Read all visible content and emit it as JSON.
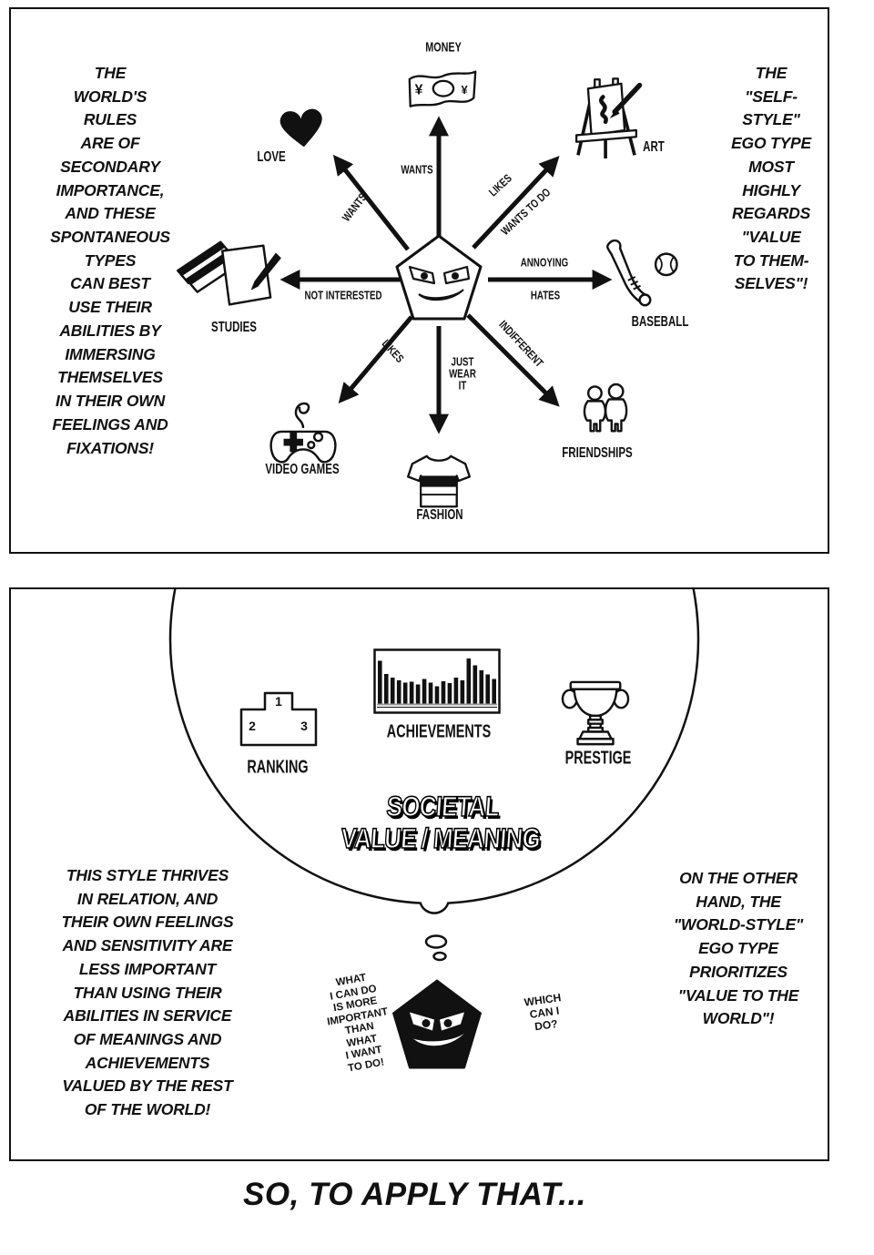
{
  "caption": "SO, TO APPLY THAT...",
  "top_panel": {
    "left_text": "THE\nWORLD'S\nRULES\nARE OF\nSECONDARY\nIMPORTANCE,\nAND THESE\nSPONTANEOUS\nTYPES\nCAN BEST\nUSE THEIR\nABILITIES BY\nIMMERSING\nTHEMSELVES\nIN THEIR OWN\nFEELINGS AND\nFIXATIONS!",
    "right_text": "THE\n\"SELF-\nSTYLE\"\nEGO TYPE\nMOST\nHIGHLY\nREGARDS\n\"VALUE\nTO THEM-\nSELVES\"!",
    "items": {
      "money": "MONEY",
      "love": "LOVE",
      "art": "ART",
      "studies": "STUDIES",
      "baseball": "BASEBALL",
      "video_games": "VIDEO GAMES",
      "fashion": "FASHION",
      "friendships": "FRIENDSHIPS"
    },
    "arrow_labels": {
      "up": "WANTS",
      "upper_left": "WANTS",
      "upper_right_1": "LIKES",
      "upper_right_2": "WANTS TO DO",
      "left": "NOT INTERESTED",
      "right_1": "ANNOYING",
      "right_2": "HATES",
      "lower_left": "LIKES",
      "down": "JUST\nWEAR\nIT",
      "lower_right": "INDIFFERENT"
    },
    "money_symbols": {
      "left": "¥",
      "right": "¥"
    }
  },
  "bottom_panel": {
    "bubble": {
      "ranking_label": "RANKING",
      "achievements_label": "ACHIEVEMENTS",
      "prestige_label": "PRESTIGE",
      "podium_numbers": {
        "first": "1",
        "second": "2",
        "third": "3"
      },
      "achievement_bars": [
        0.95,
        0.66,
        0.58,
        0.52,
        0.47,
        0.49,
        0.43,
        0.55,
        0.47,
        0.39,
        0.5,
        0.46,
        0.58,
        0.52,
        1.0,
        0.85,
        0.74,
        0.65,
        0.55
      ],
      "title": "SOCIETAL\nVALUE / MEANING"
    },
    "left_text": "THIS STYLE THRIVES\nIN RELATION, AND\nTHEIR OWN FEELINGS\nAND SENSITIVITY ARE\nLESS IMPORTANT\nTHAN USING THEIR\nABILITIES IN SERVICE\nOF MEANINGS AND\nACHIEVEMENTS\nVALUED BY THE REST\nOF THE WORLD!",
    "right_text": "ON THE OTHER\nHAND, THE\n\"WORLD-STYLE\"\nEGO TYPE\nPRIORITIZES\n\"VALUE TO THE\nWORLD\"!",
    "thought_left": "WHAT\nI CAN DO\nIS MORE\nIMPORTANT\nTHAN\nWHAT\nI WANT\nTO DO!",
    "thought_right": "WHICH\nCAN I\nDO?"
  },
  "colors": {
    "ink": "#111111",
    "paper": "#ffffff"
  }
}
